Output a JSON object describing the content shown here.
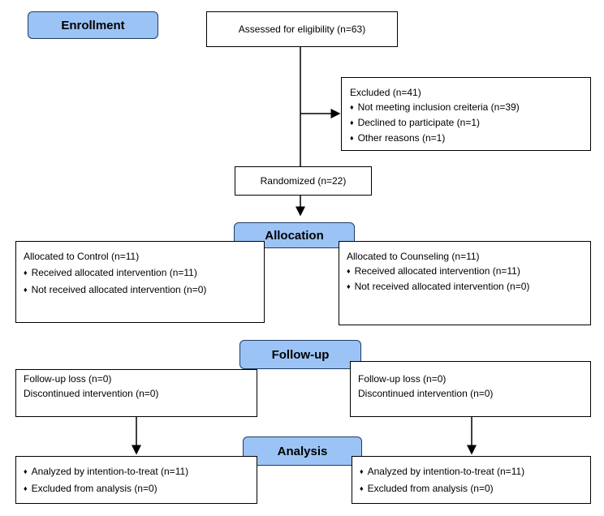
{
  "stages": {
    "enrollment": "Enrollment",
    "allocation": "Allocation",
    "followup": "Follow-up",
    "analysis": "Analysis"
  },
  "assessed": "Assessed for eligibility (n=63)",
  "excluded": {
    "title": "Excluded (n=41)",
    "items": [
      "Not meeting inclusion creiteria (n=39)",
      "Declined to participate (n=1)",
      "Other reasons (n=1)"
    ]
  },
  "randomized": "Randomized (n=22)",
  "alloc_control": {
    "title": "Allocated to Control (n=11)",
    "items": [
      "Received allocated intervention (n=11)",
      "Not received allocated intervention (n=0)"
    ]
  },
  "alloc_counsel": {
    "title": "Allocated to Counseling (n=11)",
    "items": [
      "Received allocated intervention (n=11)",
      "Not received allocated intervention (n=0)"
    ]
  },
  "follow_control": [
    "Follow-up loss (n=0)",
    "Discontinued intervention (n=0)"
  ],
  "follow_counsel": [
    "Follow-up loss (n=0)",
    "Discontinued intervention (n=0)"
  ],
  "analysis_control": [
    "Analyzed by intention-to-treat (n=11)",
    "Excluded from analysis (n=0)"
  ],
  "analysis_counsel": [
    "Analyzed by intention-to-treat (n=11)",
    "Excluded from analysis (n=0)"
  ]
}
